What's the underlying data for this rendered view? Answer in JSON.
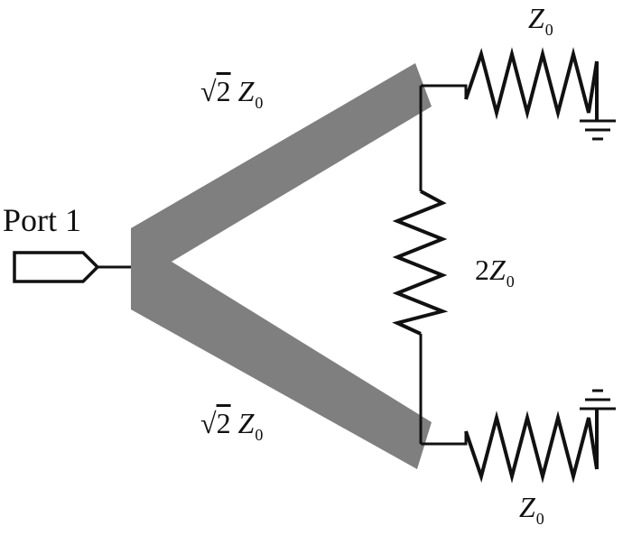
{
  "labels": {
    "port": "Port 1",
    "upper_arm": {
      "radical": "√",
      "num": "2",
      "sym": "Z",
      "sub": "0"
    },
    "lower_arm": {
      "radical": "√",
      "num": "2",
      "sym": "Z",
      "sub": "0"
    },
    "isolation": {
      "coeff": "2",
      "sym": "Z",
      "sub": "0"
    },
    "top_load": {
      "sym": "Z",
      "sub": "0"
    },
    "bottom_load": {
      "sym": "Z",
      "sub": "0"
    }
  },
  "colors": {
    "line": "#111111",
    "transmission_line": "#7f7f7f",
    "background": "#ffffff"
  }
}
